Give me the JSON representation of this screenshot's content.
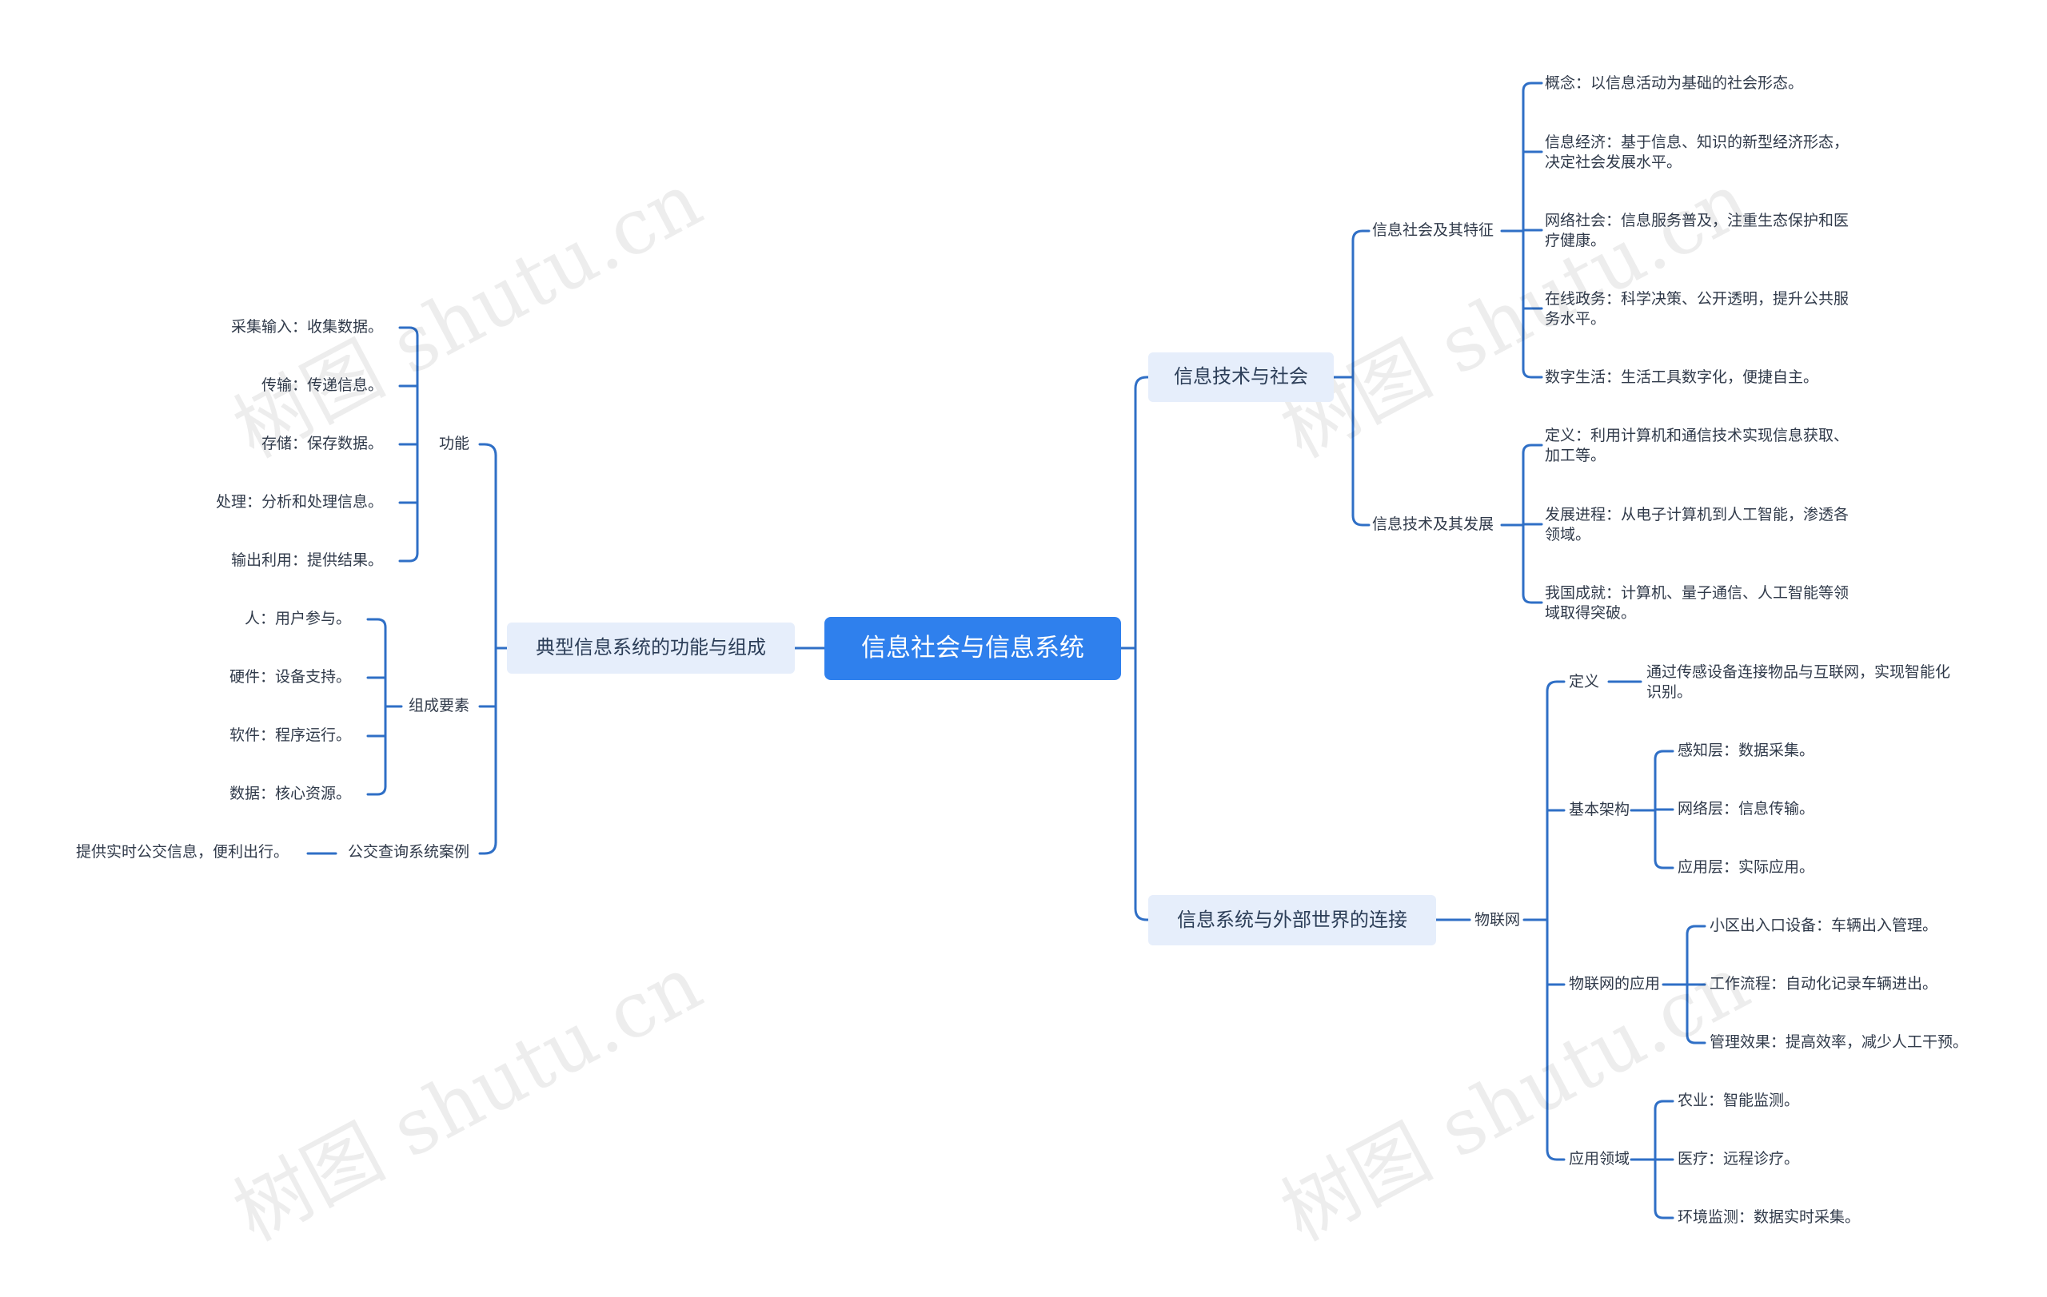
{
  "watermark": "树图 shutu.cn",
  "colors": {
    "accent": "#2f80ed",
    "line": "#2f6fc6",
    "topic_bg": "#e6eefb"
  },
  "root": "信息社会与信息系统",
  "branches": {
    "func": {
      "label": "典型信息系统的功能与组成",
      "gongneng": {
        "label": "功能",
        "items": [
          "采集输入：收集数据。",
          "传输：传递信息。",
          "存储：保存数据。",
          "处理：分析和处理信息。",
          "输出利用：提供结果。"
        ]
      },
      "zucheng": {
        "label": "组成要素",
        "items": [
          "人：用户参与。",
          "硬件：设备支持。",
          "软件：程序运行。",
          "数据：核心资源。"
        ]
      },
      "case": {
        "label": "公交查询系统案例",
        "detail": "提供实时公交信息，便利出行。"
      }
    },
    "society": {
      "label": "信息技术与社会",
      "features": {
        "label": "信息社会及其特征",
        "items": [
          [
            "概念：以信息活动为基础的社会形态。"
          ],
          [
            "信息经济：基于信息、知识的新型经济形态，",
            "决定社会发展水平。"
          ],
          [
            "网络社会：信息服务普及，注重生态保护和医",
            "疗健康。"
          ],
          [
            "在线政务：科学决策、公开透明，提升公共服",
            "务水平。"
          ],
          [
            "数字生活：生活工具数字化，便捷自主。"
          ]
        ]
      },
      "development": {
        "label": "信息技术及其发展",
        "items": [
          [
            "定义：利用计算机和通信技术实现信息获取、",
            "加工等。"
          ],
          [
            "发展进程：从电子计算机到人工智能，渗透各",
            "领域。"
          ],
          [
            "我国成就：计算机、量子通信、人工智能等领",
            "域取得突破。"
          ]
        ]
      }
    },
    "connect": {
      "label": "信息系统与外部世界的连接",
      "iot": {
        "label": "物联网",
        "definition": {
          "label": "定义",
          "detail": [
            "通过传感设备连接物品与互联网，实现智能化",
            "识别。"
          ]
        },
        "architecture": {
          "label": "基本架构",
          "items": [
            "感知层：数据采集。",
            "网络层：信息传输。",
            "应用层：实际应用。"
          ]
        },
        "application": {
          "label": "物联网的应用",
          "items": [
            "小区出入口设备：车辆出入管理。",
            "工作流程：自动化记录车辆进出。",
            "管理效果：提高效率，减少人工干预。"
          ]
        },
        "fields": {
          "label": "应用领域",
          "items": [
            "农业：智能监测。",
            "医疗：远程诊疗。",
            "环境监测：数据实时采集。"
          ]
        }
      }
    }
  }
}
